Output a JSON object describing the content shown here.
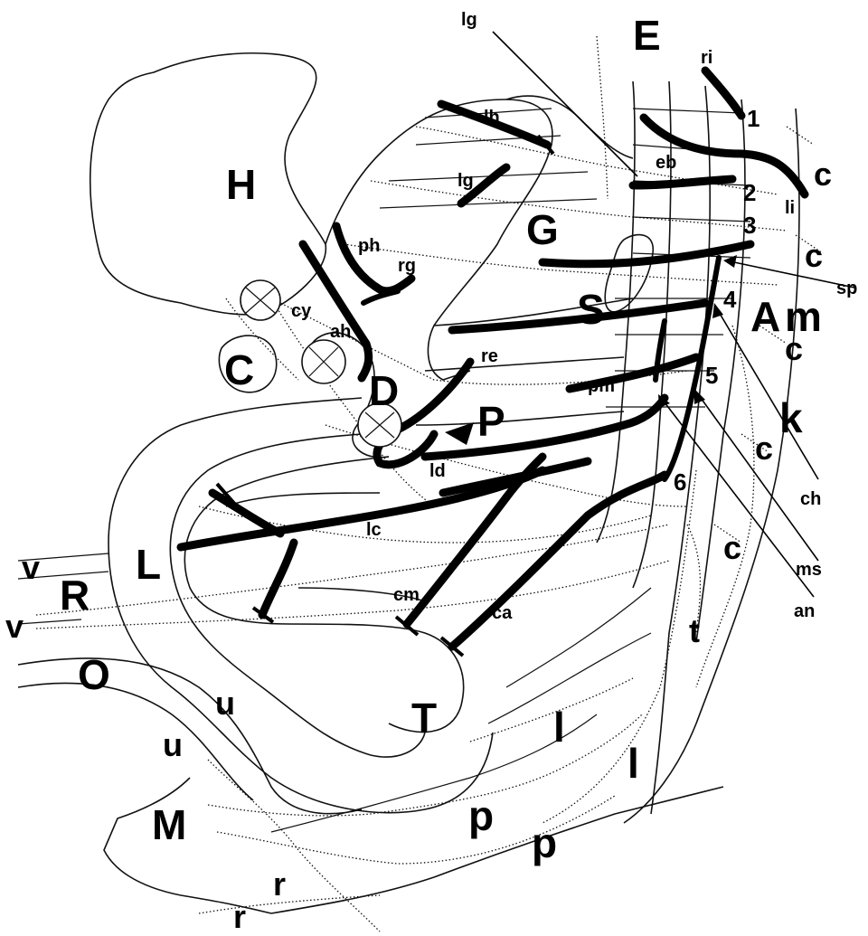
{
  "organs": {
    "H": "H",
    "G": "G",
    "S": "S",
    "C": "C",
    "D": "D",
    "P": "P",
    "L": "L",
    "R": "R",
    "O": "O",
    "T": "T",
    "M": "M",
    "E": "E",
    "A": "A"
  },
  "nerves": {
    "lh": "lh",
    "lg_upper": "lg",
    "lg_lower": "lg",
    "ph": "ph",
    "rg": "rg",
    "cy": "cy",
    "ah": "ah",
    "re": "re",
    "pm": "pm",
    "ld": "ld",
    "lc": "lc",
    "cm": "cm",
    "ca": "ca",
    "eb": "eb",
    "ri": "ri",
    "li": "li",
    "sp": "sp",
    "ch": "ch",
    "ms": "ms",
    "an": "an"
  },
  "levels": [
    "1",
    "2",
    "3",
    "4",
    "5",
    "6"
  ],
  "side_letters": {
    "c1": "c",
    "c2": "c",
    "c3": "c",
    "c4": "c",
    "c5": "c",
    "m": "m",
    "k": "k",
    "t": "t",
    "v1": "v",
    "v2": "v",
    "u1": "u",
    "u2": "u",
    "l1": "l",
    "l2": "l",
    "p1": "p",
    "p2": "p",
    "r1": "r",
    "r2": "r"
  }
}
